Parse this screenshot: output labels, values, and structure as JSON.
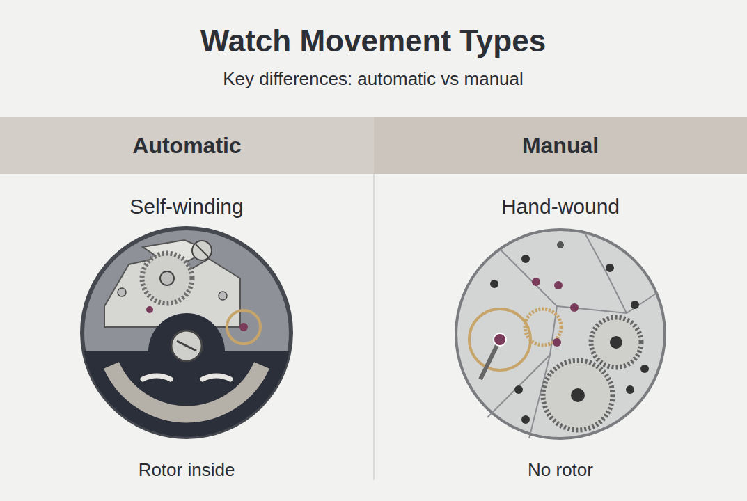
{
  "diagram": {
    "title": "Watch Movement Types",
    "nodes": [
      {
        "text": [
          "Automatic"
        ]
      },
      {
        "text": [
          "Manual"
        ]
      }
    ],
    "labels": [
      "Key differences: automatic vs manual",
      "Self-winding",
      "Rotor inside",
      "Hand-wound",
      "No rotor"
    ]
  }
}
